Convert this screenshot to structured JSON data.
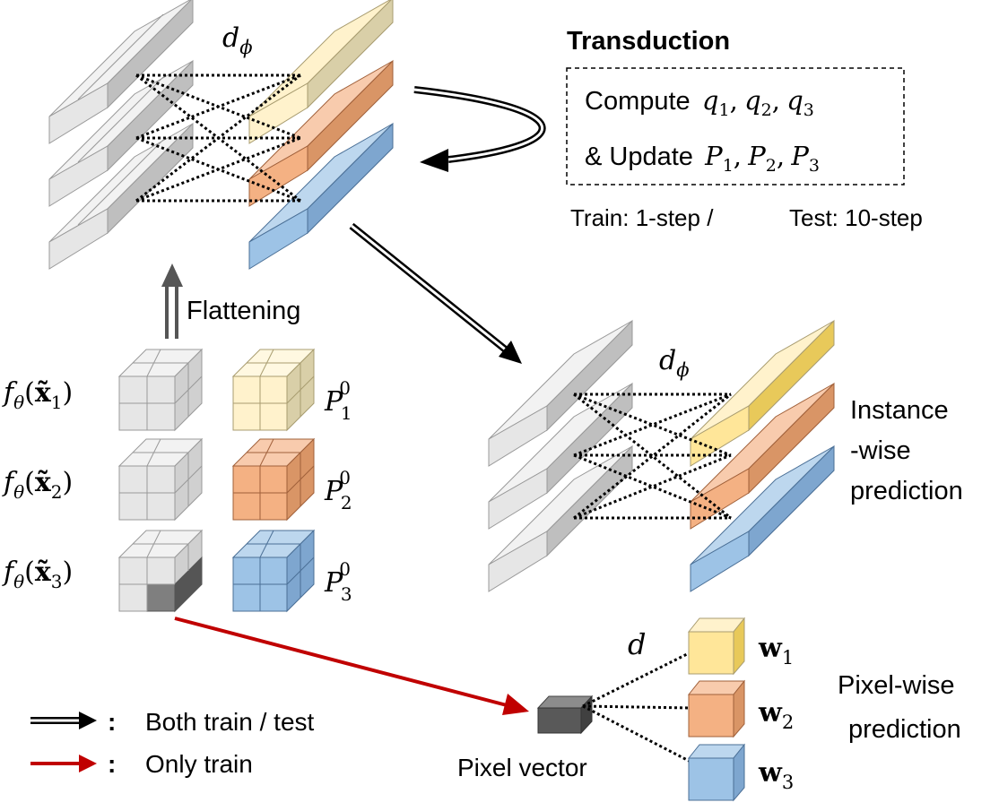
{
  "transduction": {
    "title": "Transduction",
    "compute_label": "Compute",
    "update_label": "& Update",
    "q_symbols": [
      "q",
      "q",
      "q"
    ],
    "p_symbols": [
      "P",
      "P",
      "P"
    ],
    "subscripts": [
      "1",
      "2",
      "3"
    ],
    "comma": ",",
    "train_note": "Train: 1-step /",
    "test_note": "Test: 10-step"
  },
  "top_block": {
    "metric_letter": "d",
    "metric_sub": "ϕ"
  },
  "flattening_label": "Flattening",
  "features": {
    "f_letter": "f",
    "theta": "θ",
    "x_tilde": "x̃",
    "items": [
      {
        "sub": "1"
      },
      {
        "sub": "2"
      },
      {
        "sub": "3"
      }
    ]
  },
  "prototypes": {
    "letter": "P",
    "superscript": "0",
    "items": [
      {
        "sub": "1",
        "color": "#fff2cc"
      },
      {
        "sub": "2",
        "color": "#f4b183"
      },
      {
        "sub": "3",
        "color": "#9dc3e6"
      }
    ]
  },
  "instance_block": {
    "metric_letter": "d",
    "metric_sub": "ϕ",
    "label_lines": [
      "Instance",
      "-wise",
      "prediction"
    ]
  },
  "pixel_block": {
    "metric_letter": "d",
    "vector_label": "Pixel vector",
    "weights": [
      {
        "letter": "w",
        "sub": "1",
        "color": "#ffe699"
      },
      {
        "letter": "w",
        "sub": "2",
        "color": "#f4b183"
      },
      {
        "letter": "w",
        "sub": "3",
        "color": "#9dc3e6"
      }
    ],
    "label_lines": [
      "Pixel-wise",
      "prediction"
    ]
  },
  "legend": {
    "both_label": "Both train / test",
    "only_label": "Only train",
    "colon": ":"
  },
  "colors": {
    "gray": "#e6e6e6",
    "dark_gray": "#7f7f7f",
    "yellow": "#fff2cc",
    "orange": "#f4b183",
    "blue": "#9dc3e6",
    "red_arrow": "#c00000"
  }
}
